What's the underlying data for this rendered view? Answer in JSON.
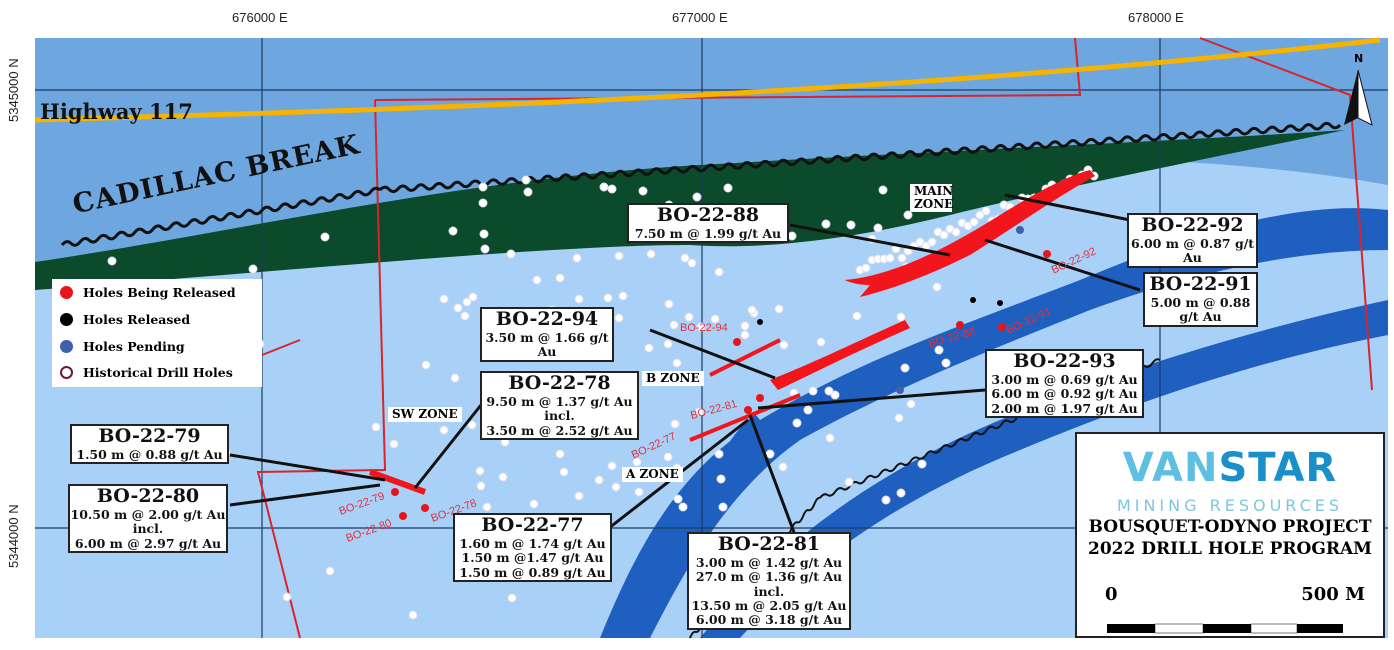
{
  "axes": {
    "easting": [
      "676000 E",
      "677000 E",
      "678000 E"
    ],
    "northing": [
      "5345000 N",
      "5344000 N"
    ]
  },
  "features": {
    "highway": "Highway 117",
    "fault": "CADILLAC BREAK",
    "north_arrow": "N"
  },
  "legend": [
    {
      "label": "Holes Being Released",
      "color": "#e8141c"
    },
    {
      "label": "Holes Released",
      "color": "#000000"
    },
    {
      "label": "Holes Pending",
      "color": "#3e5fae"
    },
    {
      "label": "Historical Drill Holes",
      "color": "#ffffff"
    }
  ],
  "zones": {
    "main": "MAIN ZONE",
    "sw": "SW ZONE",
    "b": "B  ZONE",
    "a": "A ZONE"
  },
  "hole_labels": [
    "BO-22-94",
    "BO-22-81",
    "BO-22-77",
    "BO-22-88",
    "BO-22-92",
    "BO-22-91",
    "BO-22-79",
    "BO-22-80",
    "BO-22-78"
  ],
  "callouts": {
    "bo88": {
      "hole": "BO-22-88",
      "lines": [
        "7.50 m @ 1.99 g/t Au"
      ]
    },
    "bo92": {
      "hole": "BO-22-92",
      "lines": [
        "6.00 m @ 0.87 g/t Au"
      ]
    },
    "bo91": {
      "hole": "BO-22-91",
      "lines": [
        "5.00 m @ 0.88 g/t Au"
      ]
    },
    "bo94": {
      "hole": "BO-22-94",
      "lines": [
        "3.50 m @ 1.66 g/t Au"
      ]
    },
    "bo93": {
      "hole": "BO-22-93",
      "lines": [
        "3.00 m @ 0.69 g/t Au",
        "6.00 m @ 0.92 g/t Au",
        "2.00 m @ 1.97 g/t Au"
      ]
    },
    "bo78": {
      "hole": "BO-22-78",
      "lines": [
        "9.50 m @ 1.37 g/t Au",
        "incl.",
        "3.50 m @ 2.52 g/t Au"
      ]
    },
    "bo79": {
      "hole": "BO-22-79",
      "lines": [
        "1.50 m @ 0.88 g/t Au"
      ]
    },
    "bo80": {
      "hole": "BO-22-80",
      "lines": [
        "10.50 m @ 2.00 g/t Au",
        "incl.",
        "6.00 m @ 2.97 g/t Au"
      ]
    },
    "bo77": {
      "hole": "BO-22-77",
      "lines": [
        "1.60 m @ 1.74 g/t Au",
        "1.50 m @1.47 g/t Au",
        "1.50 m @ 0.89 g/t Au"
      ]
    },
    "bo81": {
      "hole": "BO-22-81",
      "lines": [
        "3.00 m @ 1.42 g/t Au",
        "27.0 m @ 1.36 g/t Au",
        "incl.",
        "13.50 m @ 2.05 g/t Au",
        "6.00 m @ 3.18 g/t Au"
      ]
    }
  },
  "title_block": {
    "logo_main_a": "VAN",
    "logo_main_b": "STAR",
    "logo_sub": "MINING RESOURCES",
    "project": "BOUSQUET-ODYNO PROJECT",
    "program": "2022 DRILL HOLE PROGRAM",
    "scale_start": "0",
    "scale_end": "500 M"
  },
  "colors": {
    "water_light": "#a9d1f7",
    "upper_blue": "#6ea6df",
    "green_unit": "#0b4a2b",
    "dark_blue_unit": "#1f5fbf",
    "highway": "#f6b400",
    "mineralization": "#f2151c",
    "claim_line": "#d8242c"
  }
}
